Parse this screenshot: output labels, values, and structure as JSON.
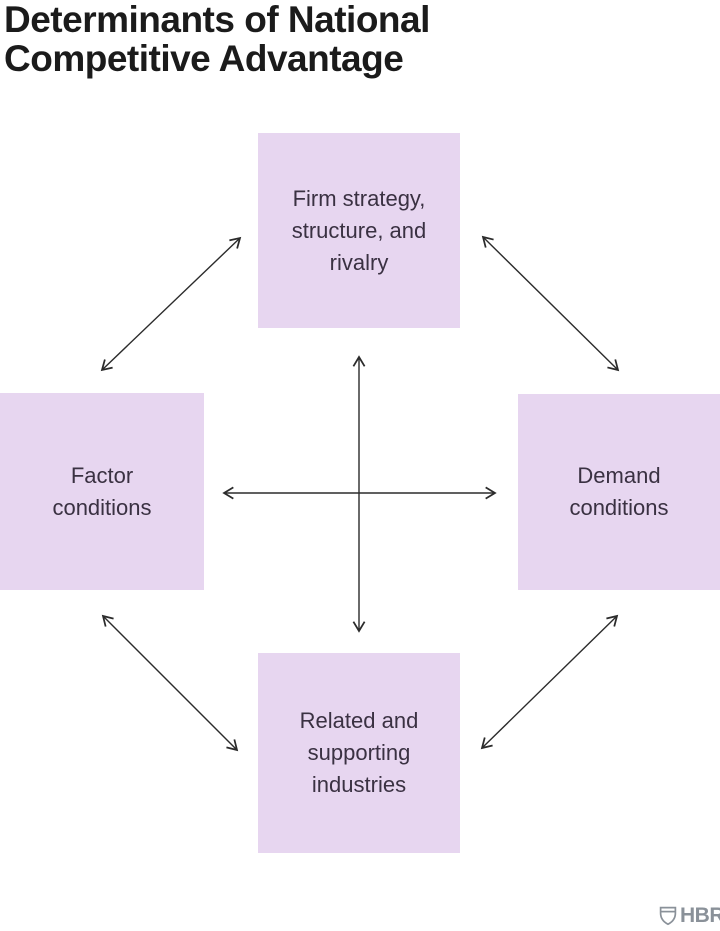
{
  "title": "Determinants of National Competitive Advantage",
  "diagram": {
    "nodes": [
      {
        "id": "firm-strategy",
        "label": "Firm strategy, structure, and rivalry"
      },
      {
        "id": "factor-conditions",
        "label": "Factor conditions"
      },
      {
        "id": "demand-conditions",
        "label": "Demand conditions"
      },
      {
        "id": "related-supporting",
        "label": "Related and supporting industries"
      }
    ],
    "edges": [
      {
        "from": "factor-conditions",
        "to": "demand-conditions",
        "bidirectional": true
      },
      {
        "from": "firm-strategy",
        "to": "related-supporting",
        "bidirectional": true
      },
      {
        "from": "firm-strategy",
        "to": "factor-conditions",
        "bidirectional": true
      },
      {
        "from": "firm-strategy",
        "to": "demand-conditions",
        "bidirectional": true
      },
      {
        "from": "factor-conditions",
        "to": "related-supporting",
        "bidirectional": true
      },
      {
        "from": "demand-conditions",
        "to": "related-supporting",
        "bidirectional": true
      }
    ]
  },
  "footer": {
    "logo_text": "HBR"
  },
  "colors": {
    "background": "#ffffff",
    "box_fill": "#e7d6f0",
    "box_text": "#3a3142",
    "title_text": "#1b1b1b",
    "arrow": "#2b2b2b",
    "logo": "#8a9199"
  }
}
